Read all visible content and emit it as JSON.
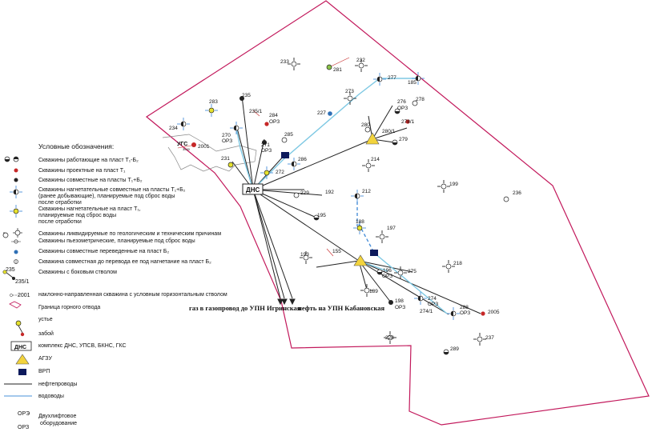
{
  "colors": {
    "boundary": "#c2185b",
    "oil_pipeline": "#222222",
    "water_pipeline": "#7ec8e3",
    "wellhead_yellow": "#e6e22e",
    "agzu_yellow": "#f2d33c",
    "vrp_navy": "#0d1a5c",
    "red_well": "#c62828",
    "blue_well": "#2e6fb5"
  },
  "map": {
    "dns_label": "ДНС",
    "ugs_label": "УГС",
    "ugs_sublabel": "3000",
    "gas_caption": "газ в газопровод до УПН Игринская",
    "oil_caption": "нефть на УПН Кабановская",
    "wells": [
      {
        "id": "233",
        "label": "233"
      },
      {
        "id": "281",
        "label": "281"
      },
      {
        "id": "232",
        "label": "232"
      },
      {
        "id": "277",
        "label": "277"
      },
      {
        "id": "185",
        "label": "185"
      },
      {
        "id": "273",
        "label": "273"
      },
      {
        "id": "276",
        "label": "276"
      },
      {
        "id": "276o",
        "label": "ОРЗ"
      },
      {
        "id": "278",
        "label": "278"
      },
      {
        "id": "227",
        "label": "227"
      },
      {
        "id": "283",
        "label": "283"
      },
      {
        "id": "235",
        "label": "235"
      },
      {
        "id": "235_1",
        "label": "235/1"
      },
      {
        "id": "284",
        "label": "284"
      },
      {
        "id": "284o",
        "label": "ОРЗ"
      },
      {
        "id": "280",
        "label": "280"
      },
      {
        "id": "280_1",
        "label": "280/1"
      },
      {
        "id": "278_1",
        "label": "278/1"
      },
      {
        "id": "279",
        "label": "279"
      },
      {
        "id": "234",
        "label": "234"
      },
      {
        "id": "270",
        "label": "270"
      },
      {
        "id": "270o",
        "label": "ОРЗ"
      },
      {
        "id": "2001",
        "label": "2001"
      },
      {
        "id": "285",
        "label": "285"
      },
      {
        "id": "271",
        "label": "271"
      },
      {
        "id": "271o",
        "label": "ОРЗ"
      },
      {
        "id": "231",
        "label": "231"
      },
      {
        "id": "286",
        "label": "286"
      },
      {
        "id": "272",
        "label": "272"
      },
      {
        "id": "214",
        "label": "214"
      },
      {
        "id": "229",
        "label": "229"
      },
      {
        "id": "192",
        "label": "192"
      },
      {
        "id": "212",
        "label": "212"
      },
      {
        "id": "199",
        "label": "199"
      },
      {
        "id": "236",
        "label": "236"
      },
      {
        "id": "195",
        "label": "195"
      },
      {
        "id": "188",
        "label": "188"
      },
      {
        "id": "197",
        "label": "197"
      },
      {
        "id": "193",
        "label": "193"
      },
      {
        "id": "155",
        "label": "155"
      },
      {
        "id": "196",
        "label": "196"
      },
      {
        "id": "196o",
        "label": "ОРЗ"
      },
      {
        "id": "275",
        "label": "275"
      },
      {
        "id": "218",
        "label": "218"
      },
      {
        "id": "189",
        "label": "189"
      },
      {
        "id": "198",
        "label": "198"
      },
      {
        "id": "198o",
        "label": "ОРЗ"
      },
      {
        "id": "274",
        "label": "274"
      },
      {
        "id": "274o",
        "label": "ОРЗ"
      },
      {
        "id": "274_1",
        "label": "274/1"
      },
      {
        "id": "288",
        "label": "288"
      },
      {
        "id": "288o",
        "label": "ОРЗ"
      },
      {
        "id": "2005",
        "label": "2005"
      },
      {
        "id": "228",
        "label": "228"
      },
      {
        "id": "237",
        "label": "237"
      },
      {
        "id": "289",
        "label": "289"
      }
    ]
  },
  "legend": {
    "title": "Условные обозначения:",
    "items": [
      {
        "text": "Скважины работающие на пласт Т₁-Б₂"
      },
      {
        "text": "Скважины проектные  на пласт Т₁"
      },
      {
        "text": "Скважины совместные на пласты Т₁+Б₂"
      },
      {
        "text": "Скважины нагнетательные совместные на пласты Т₁+Б₂"
      },
      {
        "text": "(ранее добывающие), планируемые под сброс воды"
      },
      {
        "text": "после отработки"
      },
      {
        "text": "Скважины нагнетательные на пласт Т₁,"
      },
      {
        "text": "планируемые под сброс воды"
      },
      {
        "text": "после отработки"
      },
      {
        "text": "Скважины ликвидируемые по геологическим и техническим причинам"
      },
      {
        "text": "Скважины пьезометрические, планируемые под сброс воды"
      },
      {
        "text": "Скважины совместные переведенные на пласт Б₂"
      },
      {
        "text": "Скважина совместная до перевода ее под нагнетание на пласт Б₂"
      },
      {
        "text": "Скважины с боковым стволом"
      },
      {
        "text": "наклонно-направленная скважина с условным горизонтальным  стволом"
      },
      {
        "text": "Граница горного отвода"
      },
      {
        "text": "устье"
      },
      {
        "text": "забой"
      },
      {
        "text": "комплекс ДНС, УПСВ, БКНС, ГКС"
      },
      {
        "text": "АГЗУ"
      },
      {
        "text": "ВРП"
      },
      {
        "text": "нефтепроводы"
      },
      {
        "text": "водоводы"
      },
      {
        "text": "Двухлифтовое"
      },
      {
        "text": "оборудование"
      }
    ],
    "side_labels": {
      "l235": "235",
      "l235_1": "235/1",
      "l2001": "2001",
      "dns": "ДНС",
      "orz1": "ОРЭ",
      "orz2": "ОРЗ"
    }
  }
}
